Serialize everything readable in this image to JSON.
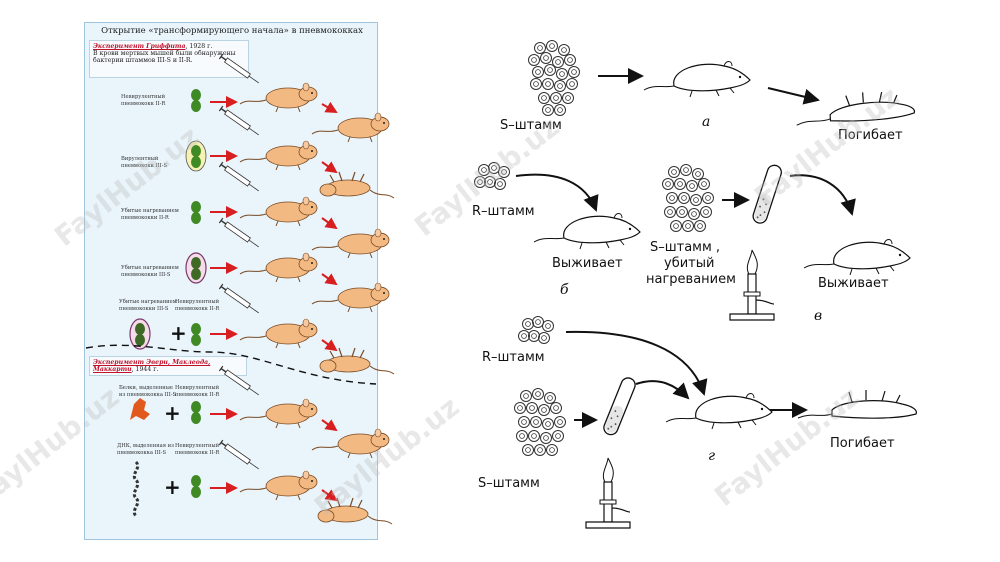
{
  "left_panel": {
    "title": "Открытие «трансформирующего начала» в пневмококках",
    "exp1_title": "Эксперимент Гриффита",
    "exp1_year": ", 1928 г.",
    "exp1_text": "В крови мертвых мышей были обнаружены бактерии штаммов III-S и II-R.",
    "captions": [
      "Невирулентный пневмококк II-R",
      "Вирулентный пневмококк III-S",
      "Убитые нагреванием пневмококки II-R",
      "Убитые нагреванием пневмококки III-S",
      "Убитые нагреванием пневмококки III-S",
      "Невирулентный пневмококк II-R"
    ],
    "exp2_title": "Эксперимент Эвери, Маклеода, Маккарти",
    "exp2_year": ", 1944 г.",
    "captions2": [
      "Белки, выделенные из пневмококка III-S",
      "Невирулентный пневмококк II-R",
      "ДНК, выделенная из пневмококка III-S",
      "Невирулентный пневмококк II-R"
    ],
    "plus": "+"
  },
  "right_panel": {
    "s_strain": "S–штамм",
    "letter_a": "а",
    "dies": "Погибает",
    "r_strain": "R–штамм",
    "survives": "Выживает",
    "letter_b": "б",
    "s_killed_1": "S–штамм ,",
    "s_killed_2": "убитый",
    "s_killed_3": "нагреванием",
    "survives2": "Выживает",
    "letter_v": "в",
    "r_strain2": "R–штамм",
    "s_strain2": "S–штамм",
    "letter_g": "г",
    "dies2": "Погибает"
  },
  "watermark": "FaylHub.uz",
  "colors": {
    "panel_bg": "#e9f4fb",
    "mouse": "#f3b983",
    "bacterium": "#3f8a25",
    "arrow_red": "#d81e1e",
    "exp_title_red": "#c2122b"
  }
}
